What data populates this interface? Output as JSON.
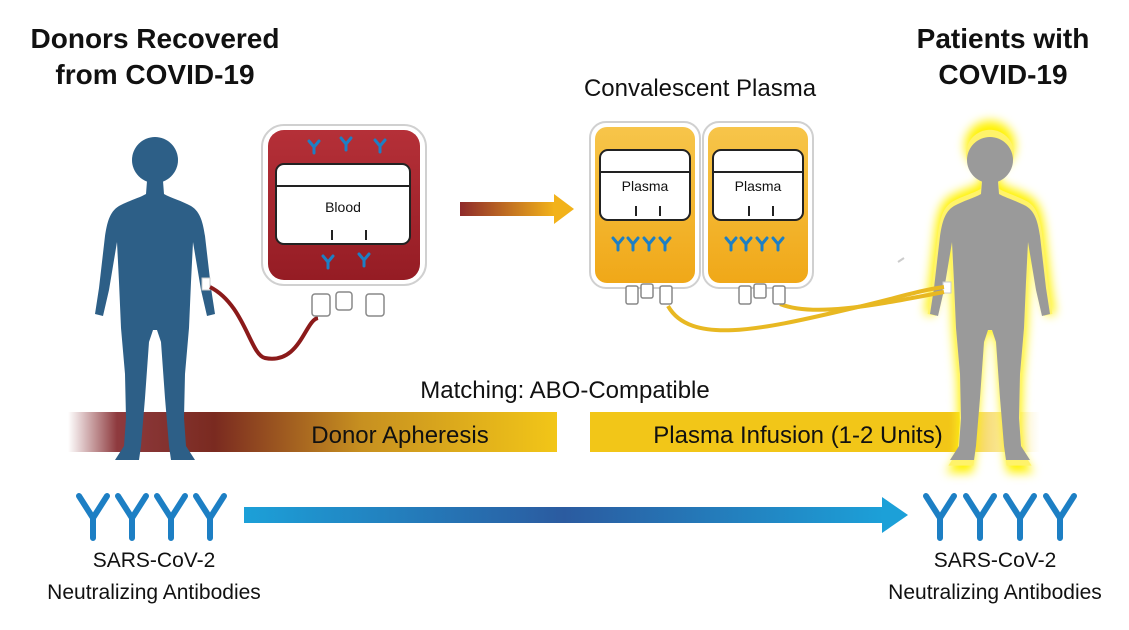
{
  "donors": {
    "heading_line1": "Donors Recovered",
    "heading_line2": "from COVID-19",
    "figure_icon": "person-silhouette-icon",
    "figure_color": "#2D5F87",
    "antibody_label_line1": "SARS-CoV-2",
    "antibody_label_line2": "Neutralizing Antibodies"
  },
  "patients": {
    "heading_line1": "Patients with",
    "heading_line2": "COVID-19",
    "figure_icon": "person-silhouette-icon",
    "figure_color": "#9A9A9A",
    "glow_color": "#FFF200",
    "antibody_label_line1": "SARS-CoV-2",
    "antibody_label_line2": "Neutralizing Antibodies"
  },
  "blood_bag": {
    "label": "Blood",
    "icon": "blood-bag-icon",
    "color": "#A8242C"
  },
  "plasma": {
    "title": "Convalescent Plasma",
    "bag_labels": [
      "Plasma",
      "Plasma"
    ],
    "icon": "plasma-bag-icon",
    "color": "#F5B824"
  },
  "matching": {
    "label": "Matching: ABO-Compatible"
  },
  "banners": {
    "donor": "Donor Apheresis",
    "patient": "Plasma Infusion (1-2 Units)"
  },
  "antibody": {
    "icon": "antibody-icon",
    "color": "#1D7FC4"
  },
  "arrows": {
    "transfer": "right-arrow-icon",
    "antibody_transfer": "right-arrow-icon"
  }
}
